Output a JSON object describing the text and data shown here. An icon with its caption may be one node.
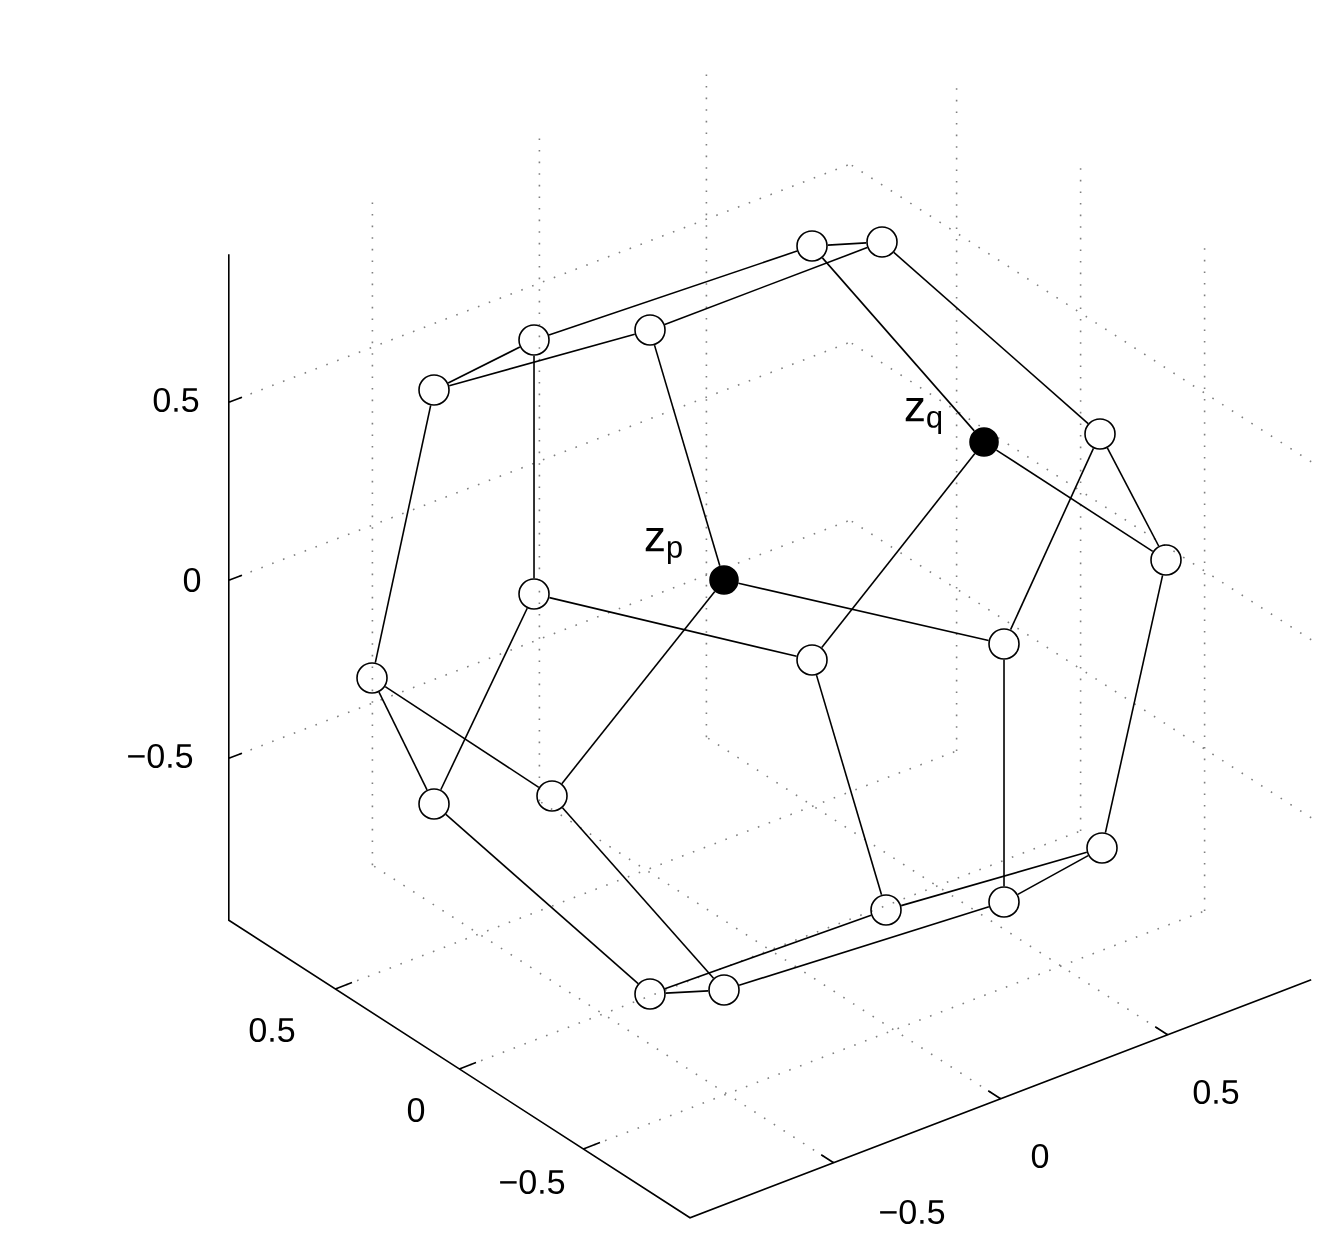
{
  "diagram": {
    "nodes": [
      {
        "text": [],
        "shape": "circle"
      },
      {
        "text": [],
        "shape": "circle"
      },
      {
        "text": [],
        "shape": "circle"
      },
      {
        "text": [],
        "shape": "circle"
      },
      {
        "text": [],
        "shape": "circle"
      },
      {
        "text": [],
        "shape": "dot",
        "beside": [
          "z$_{q}$"
        ]
      },
      {
        "text": [],
        "shape": "circle"
      },
      {
        "text": [],
        "shape": "dot",
        "beside": [
          "z$_{p}$"
        ]
      },
      {
        "text": [],
        "shape": "circle"
      },
      {
        "text": [],
        "shape": "circle"
      },
      {
        "text": [],
        "shape": "circle"
      },
      {
        "text": [],
        "shape": "circle"
      },
      {
        "text": [],
        "shape": "circle"
      },
      {
        "text": [],
        "shape": "circle"
      },
      {
        "text": [],
        "shape": "circle"
      },
      {
        "text": [],
        "shape": "circle"
      },
      {
        "text": [],
        "shape": "circle"
      },
      {
        "text": [],
        "shape": "circle"
      },
      {
        "text": [],
        "shape": "circle"
      },
      {
        "text": [],
        "shape": "circle"
      }
    ],
    "edges": [
      {
        "from": 0,
        "to": 1,
        "arrow": "none"
      },
      {
        "from": 0,
        "to": 3,
        "arrow": "none"
      },
      {
        "from": 1,
        "to": 2,
        "arrow": "none"
      },
      {
        "from": 2,
        "to": 4,
        "arrow": "none"
      },
      {
        "from": 3,
        "to": 4,
        "arrow": "none"
      },
      {
        "from": 0,
        "to": 5,
        "arrow": "none"
      },
      {
        "from": 1,
        "to": 6,
        "arrow": "none"
      },
      {
        "from": 3,
        "to": 9,
        "arrow": "none"
      },
      {
        "from": 2,
        "to": 7,
        "arrow": "none"
      },
      {
        "from": 4,
        "to": 12,
        "arrow": "none"
      },
      {
        "from": 5,
        "to": 8,
        "arrow": "none"
      },
      {
        "from": 6,
        "to": 8,
        "arrow": "none"
      },
      {
        "from": 6,
        "to": 11,
        "arrow": "none"
      },
      {
        "from": 5,
        "to": 10,
        "arrow": "none"
      },
      {
        "from": 7,
        "to": 11,
        "arrow": "none"
      },
      {
        "from": 9,
        "to": 10,
        "arrow": "none"
      },
      {
        "from": 7,
        "to": 13,
        "arrow": "none"
      },
      {
        "from": 9,
        "to": 14,
        "arrow": "none"
      },
      {
        "from": 12,
        "to": 13,
        "arrow": "none"
      },
      {
        "from": 12,
        "to": 14,
        "arrow": "none"
      },
      {
        "from": 14,
        "to": 18,
        "arrow": "none"
      },
      {
        "from": 13,
        "to": 19,
        "arrow": "none"
      },
      {
        "from": 18,
        "to": 19,
        "arrow": "none"
      },
      {
        "from": 18,
        "to": 16,
        "arrow": "none"
      },
      {
        "from": 19,
        "to": 17,
        "arrow": "none"
      },
      {
        "from": 16,
        "to": 15,
        "arrow": "none"
      },
      {
        "from": 17,
        "to": 15,
        "arrow": "none"
      },
      {
        "from": 17,
        "to": 11,
        "arrow": "none"
      },
      {
        "from": 10,
        "to": 16,
        "arrow": "none"
      },
      {
        "from": 15,
        "to": 8,
        "arrow": "none"
      }
    ],
    "labels": [
      "0.5",
      "0",
      "−0.5",
      "0.5",
      "0",
      "−0.5",
      "−0.5",
      "0",
      "0.5"
    ]
  }
}
